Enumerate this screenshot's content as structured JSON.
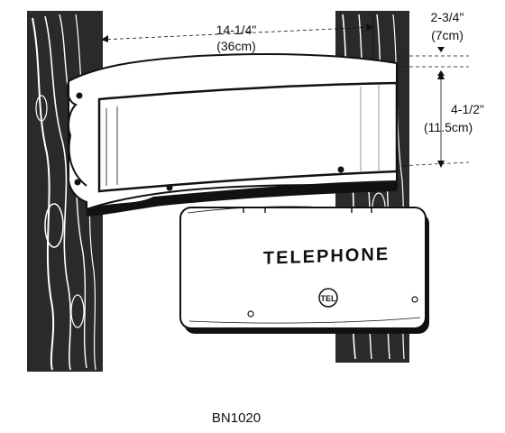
{
  "diagram": {
    "width_dim": {
      "imperial": "14-1/4\"",
      "metric": "(36cm)"
    },
    "depth_dim": {
      "imperial": "2-3/4\"",
      "metric": "(7cm)"
    },
    "height_dim": {
      "imperial": "4-1/2\"",
      "metric": "(11.5cm)"
    },
    "cover_label": "TELEPHONE",
    "model_code": "BN1020",
    "logo_letters": "TEL"
  },
  "colors": {
    "ink": "#111111",
    "paper": "#ffffff"
  }
}
